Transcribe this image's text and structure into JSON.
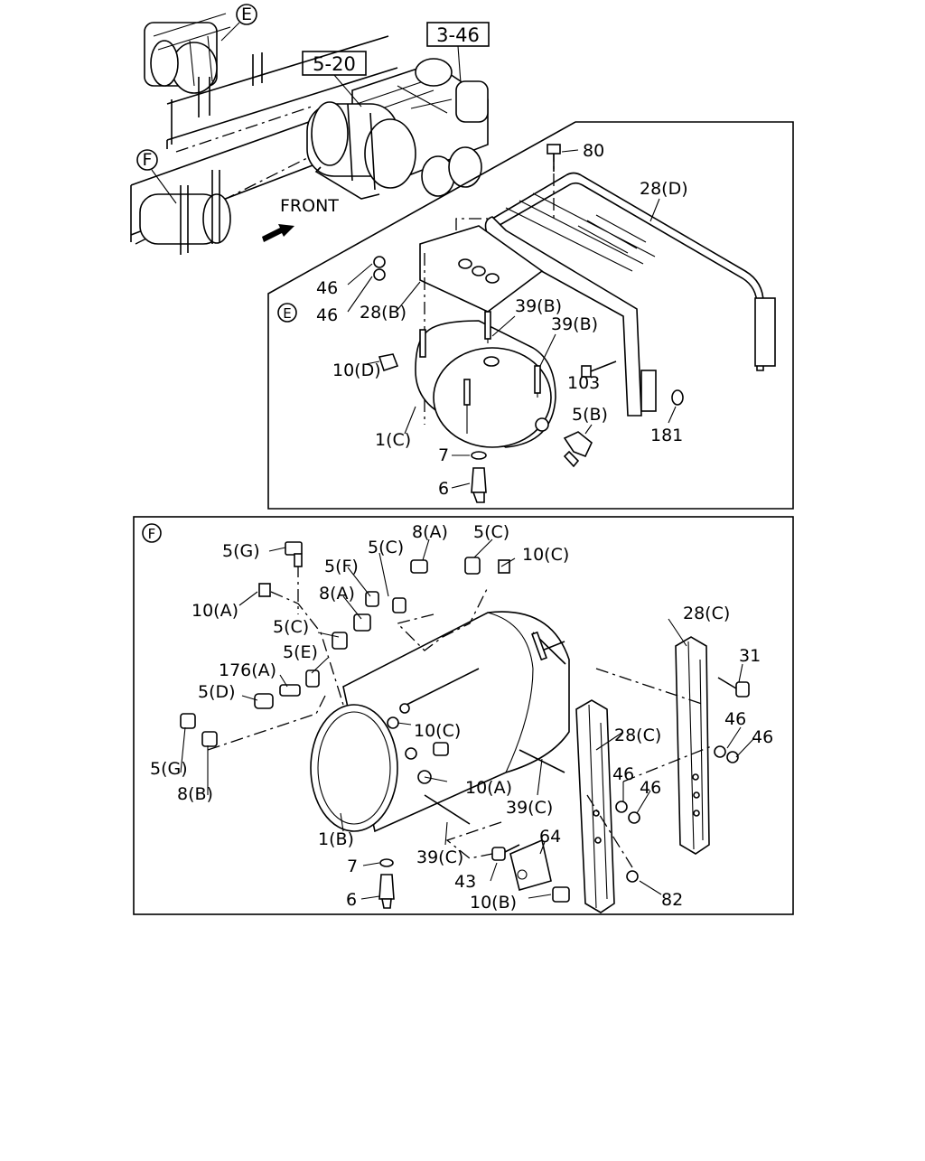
{
  "overview": {
    "ref_a": "3-46",
    "ref_b": "5-20",
    "front": "FRONT",
    "callout_e": "E",
    "callout_f": "F"
  },
  "panel_e": {
    "marker": "E",
    "labels": {
      "p80": "80",
      "p28d": "28(D)",
      "p46a": "46",
      "p46b": "46",
      "p28b": "28(B)",
      "p39b1": "39(B)",
      "p39b2": "39(B)",
      "p10d": "10(D)",
      "p103": "103",
      "p5b": "5(B)",
      "p181": "181",
      "p1c": "1(C)",
      "p7": "7",
      "p6": "6"
    }
  },
  "panel_f": {
    "marker": "F",
    "labels": {
      "p5g_top": "5(G)",
      "p8a_top": "8(A)",
      "p5c_top": "5(C)",
      "p5c_mid": "5(C)",
      "p10c_top": "10(C)",
      "p5f": "5(F)",
      "p10a_left": "10(A)",
      "p8a_mid": "8(A)",
      "p5c_left": "5(C)",
      "p28c_right": "28(C)",
      "p5e": "5(E)",
      "p31": "31",
      "p176a": "176(A)",
      "p5d": "5(D)",
      "p10c_mid": "10(C)",
      "p46_r1": "46",
      "p46_r2": "46",
      "p28c_mid": "28(C)",
      "p5g_bot": "5(G)",
      "p8b": "8(B)",
      "p10a_mid": "10(A)",
      "p46_m1": "46",
      "p46_m2": "46",
      "p39c_r": "39(C)",
      "p1b": "1(B)",
      "p64": "64",
      "p7": "7",
      "p39c_l": "39(C)",
      "p43": "43",
      "p6": "6",
      "p10b": "10(B)",
      "p82": "82"
    }
  }
}
